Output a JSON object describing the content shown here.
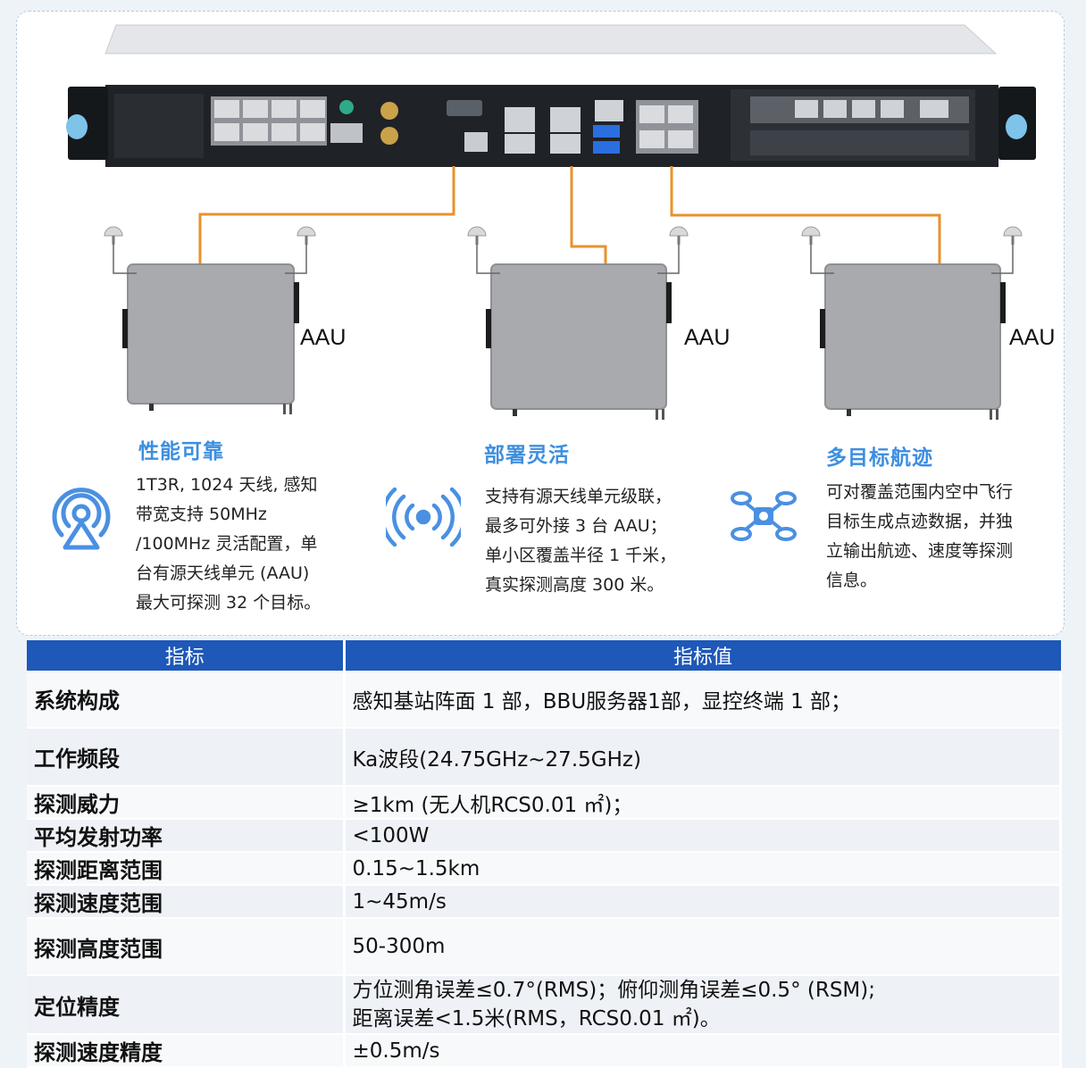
{
  "diagram": {
    "aau_labels": [
      "AAU",
      "AAU",
      "AAU"
    ]
  },
  "features": [
    {
      "icon": "broadcast-tower-icon",
      "title": "性能可靠",
      "lines": [
        "1T3R, 1024 天线, 感知",
        "带宽支持 50MHz",
        "/100MHz 灵活配置，单",
        "台有源天线单元 (AAU)",
        "最大可探测 32 个目标。"
      ]
    },
    {
      "icon": "signal-waves-icon",
      "title": "部署灵活",
      "lines": [
        "支持有源天线单元级联，",
        "最多可外接 3 台 AAU；",
        "单小区覆盖半径 1 千米，",
        "真实探测高度 300 米。"
      ]
    },
    {
      "icon": "drone-icon",
      "title": "多目标航迹",
      "lines": [
        "可对覆盖范围内空中飞行",
        "目标生成点迹数据，并独",
        "立输出航迹、速度等探测",
        "信息。"
      ]
    }
  ],
  "table": {
    "headers": [
      "指标",
      "指标值"
    ],
    "rows": [
      {
        "key": "系统构成",
        "value": [
          "感知基站阵面 1 部，BBU服务器1部，显控终端 1 部；"
        ]
      },
      {
        "key": "工作频段",
        "value": [
          "Ka波段(24.75GHz~27.5GHz)"
        ]
      },
      {
        "key": "探测威力",
        "value": [
          "≥1km (无人机RCS0.01 ㎡)；"
        ]
      },
      {
        "key": "平均发射功率",
        "value": [
          "<100W"
        ]
      },
      {
        "key": "探测距离范围",
        "value": [
          "0.15~1.5km"
        ]
      },
      {
        "key": "探测速度范围",
        "value": [
          "1~45m/s"
        ]
      },
      {
        "key": "探测高度范围",
        "value": [
          "50-300m"
        ]
      },
      {
        "key": "定位精度",
        "value": [
          " 方位测角误差≤0.7°(RMS)；俯仰测角误差≤0.5° (RSM);",
          " 距离误差<1.5米(RMS，RCS0.01 ㎡)。"
        ]
      },
      {
        "key": "探测速度精度",
        "value": [
          "±0.5m/s"
        ]
      }
    ]
  },
  "colors": {
    "accent_blue": "#3d8fe0",
    "header_blue": "#1e58b8",
    "cable_orange": "#e8912e"
  }
}
